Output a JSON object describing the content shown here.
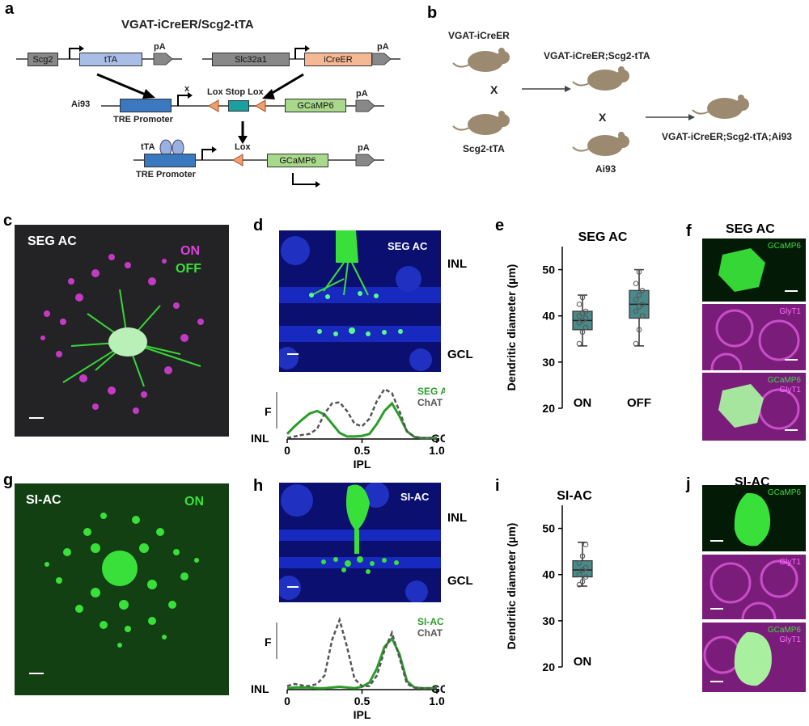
{
  "panels": {
    "a": "a",
    "b": "b",
    "c": "c",
    "d": "d",
    "e": "e",
    "f": "f",
    "g": "g",
    "h": "h",
    "i": "i",
    "j": "j"
  },
  "panel_a": {
    "title": "VGAT-iCreER/Scg2-tTA",
    "scg2": "Scg2",
    "tta": "tTA",
    "pa": "pA",
    "slc32a1": "Slc32a1",
    "icreer": "iCreER",
    "ai93": "Ai93",
    "tre_promoter": "TRE Promoter",
    "x": "x",
    "lox_stop_lox": "Lox Stop Lox",
    "gcamp6": "GCaMP6",
    "tta2": "tTA",
    "lox": "Lox",
    "tre_promoter2": "TRE Promoter",
    "gcamp6_2": "GCaMP6",
    "pa3": "pA"
  },
  "panel_b": {
    "vgat": "VGAT-iCreER",
    "scg2tta": "Scg2-tTA",
    "cross1": "X",
    "double": "VGAT-iCreER;Scg2-tTA",
    "cross2": "X",
    "ai93": "Ai93",
    "triple": "VGAT-iCreER;Scg2-tTA;Ai93"
  },
  "panel_c": {
    "label": "SEG AC",
    "on": "ON",
    "off": "OFF"
  },
  "panel_d": {
    "label": "SEG AC",
    "inl": "INL",
    "gcl": "GCL"
  },
  "panel_f": {
    "title": "SEG AC",
    "gcamp": "GCaMP6",
    "glyt1": "GlyT1",
    "merge_gcamp": "GCaMP6",
    "merge_glyt1": "GlyT1"
  },
  "panel_g": {
    "label": "SI-AC",
    "on": "ON"
  },
  "panel_h": {
    "label": "SI-AC",
    "inl": "INL",
    "gcl": "GCL"
  },
  "panel_j": {
    "title": "SI-AC",
    "gcamp": "GCaMP6",
    "glyt1": "GlyT1",
    "merge_gcamp": "GCaMP6",
    "merge_glyt1": "GlyT1"
  },
  "colors": {
    "green": "#2ecc2e",
    "magenta": "#e040e0",
    "blue": "#1a2fd0",
    "box": "#4a8a8a",
    "dash": "#555555",
    "trace": "#2a9d2a"
  },
  "chart_data": [
    {
      "id": "d_profile",
      "type": "line",
      "title": "",
      "xlabel": "IPL",
      "ylabel": "F",
      "xlim": [
        0,
        1.0
      ],
      "xticks": [
        "0",
        "0.5",
        "1.0"
      ],
      "left_label": "INL",
      "right_label": "GCL",
      "series": [
        {
          "name": "SEG AC",
          "x": [
            0,
            0.05,
            0.1,
            0.15,
            0.2,
            0.25,
            0.3,
            0.35,
            0.4,
            0.45,
            0.5,
            0.55,
            0.6,
            0.65,
            0.7,
            0.75,
            0.8,
            0.85,
            0.9,
            0.95,
            1.0
          ],
          "y": [
            0.1,
            0.25,
            0.38,
            0.5,
            0.55,
            0.48,
            0.3,
            0.12,
            0.05,
            0.05,
            0.06,
            0.1,
            0.3,
            0.55,
            0.7,
            0.45,
            0.15,
            0.04,
            0.02,
            0.02,
            0.02
          ]
        },
        {
          "name": "ChAT",
          "x": [
            0,
            0.05,
            0.1,
            0.15,
            0.2,
            0.25,
            0.3,
            0.35,
            0.4,
            0.45,
            0.5,
            0.55,
            0.6,
            0.65,
            0.7,
            0.75,
            0.8,
            0.85,
            0.9,
            0.95,
            1.0
          ],
          "y": [
            0.02,
            0.05,
            0.08,
            0.1,
            0.2,
            0.5,
            0.7,
            0.72,
            0.55,
            0.3,
            0.25,
            0.4,
            0.75,
            0.98,
            0.9,
            0.55,
            0.15,
            0.04,
            0.02,
            0.02,
            0.02
          ]
        }
      ]
    },
    {
      "id": "e_box",
      "type": "box",
      "title": "SEG AC",
      "ylabel": "Dendritic diameter (µm)",
      "ylim": [
        20,
        55
      ],
      "yticks": [
        20,
        30,
        40,
        50
      ],
      "categories": [
        "ON",
        "OFF"
      ],
      "boxes": [
        {
          "min": 33.5,
          "q1": 37,
          "median": 39,
          "q3": 41,
          "max": 44.5,
          "points": [
            34,
            36.5,
            37.5,
            38.5,
            39,
            39.5,
            40,
            40.5,
            41,
            42.5,
            44
          ]
        },
        {
          "min": 33.5,
          "q1": 39.5,
          "median": 42.5,
          "q3": 45.5,
          "max": 50,
          "points": [
            34,
            37,
            40,
            41,
            42,
            42.5,
            43.5,
            44.5,
            45.5,
            47,
            49.5
          ]
        }
      ]
    },
    {
      "id": "h_profile",
      "type": "line",
      "title": "",
      "xlabel": "IPL",
      "ylabel": "F",
      "xlim": [
        0,
        1.0
      ],
      "xticks": [
        "0",
        "0.5",
        "1.0"
      ],
      "left_label": "INL",
      "right_label": "GCL",
      "series": [
        {
          "name": "SI-AC",
          "x": [
            0,
            0.05,
            0.1,
            0.15,
            0.2,
            0.25,
            0.3,
            0.35,
            0.4,
            0.45,
            0.5,
            0.55,
            0.6,
            0.65,
            0.7,
            0.75,
            0.8,
            0.85,
            0.9,
            0.95,
            1.0
          ],
          "y": [
            0.02,
            0.03,
            0.03,
            0.03,
            0.02,
            0.02,
            0.03,
            0.04,
            0.03,
            0.02,
            0.04,
            0.1,
            0.3,
            0.6,
            0.72,
            0.5,
            0.12,
            0.03,
            0.02,
            0.02,
            0.02
          ]
        },
        {
          "name": "ChAT",
          "x": [
            0,
            0.05,
            0.1,
            0.15,
            0.2,
            0.25,
            0.3,
            0.35,
            0.4,
            0.45,
            0.5,
            0.55,
            0.6,
            0.65,
            0.7,
            0.75,
            0.8,
            0.85,
            0.9,
            0.95,
            1.0
          ],
          "y": [
            0.05,
            0.08,
            0.06,
            0.05,
            0.08,
            0.2,
            0.7,
            0.98,
            0.6,
            0.15,
            0.05,
            0.05,
            0.2,
            0.55,
            0.8,
            0.45,
            0.08,
            0.03,
            0.02,
            0.02,
            0.02
          ]
        }
      ]
    },
    {
      "id": "i_box",
      "type": "box",
      "title": "SI-AC",
      "ylabel": "Dendritic diameter (µm)",
      "ylim": [
        20,
        55
      ],
      "yticks": [
        20,
        30,
        40,
        50
      ],
      "categories": [
        "ON"
      ],
      "boxes": [
        {
          "min": 37.5,
          "q1": 39.5,
          "median": 41,
          "q3": 43,
          "max": 47,
          "points": [
            37.8,
            38.5,
            39.5,
            40,
            41,
            41.5,
            42.5,
            44,
            46.5
          ]
        }
      ]
    }
  ]
}
